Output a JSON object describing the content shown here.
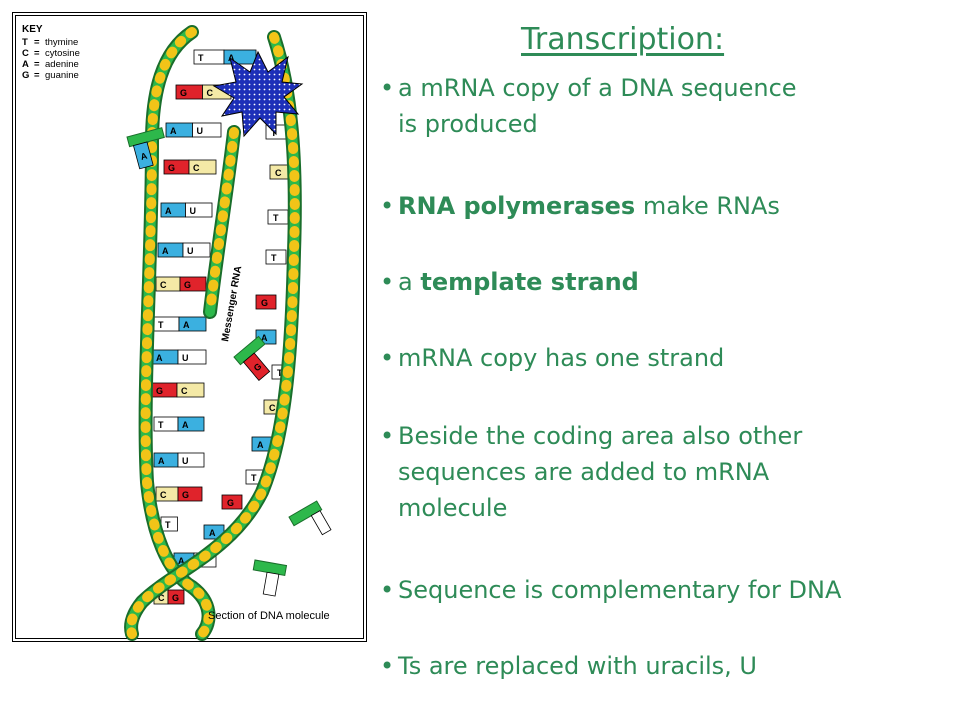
{
  "title": "Transcription:",
  "figure": {
    "key_title": "KEY",
    "key": [
      {
        "letter": "T",
        "eq": "=",
        "name": "thymine"
      },
      {
        "letter": "C",
        "eq": "=",
        "name": "cytosine"
      },
      {
        "letter": "A",
        "eq": "=",
        "name": "adenine"
      },
      {
        "letter": "G",
        "eq": "=",
        "name": "guanine"
      }
    ],
    "mrna_label": "Messenger RNA",
    "caption": "Section of DNA molecule",
    "colors": {
      "backbone": "#2db84b",
      "backbone_rung": "#f2c418",
      "thymine": "#ffffff",
      "cytosine": "#f4e9a6",
      "adenine": "#3bb0e0",
      "guanine": "#e0232b",
      "uracil": "#ffffff",
      "polymerase": "#1d2fb8"
    }
  },
  "bullets": [
    {
      "bullet": "•",
      "line1_pre": "a mRNA copy of a DNA sequence",
      "line1_bold": "",
      "line1_post": "",
      "line2": "is produced",
      "line3": ""
    },
    {
      "bullet": "•",
      "line1_pre": "",
      "line1_bold": "RNA polymerases",
      "line1_post": " make RNAs",
      "line2": "",
      "line3": ""
    },
    {
      "bullet": "•",
      "line1_pre": "a ",
      "line1_bold": "template strand",
      "line1_post": "",
      "line2": "",
      "line3": ""
    },
    {
      "bullet": "•",
      "line1_pre": "mRNA copy has one strand",
      "line1_bold": "",
      "line1_post": "",
      "line2": "",
      "line3": ""
    },
    {
      "bullet": "•",
      "line1_pre": "Beside the coding area also other",
      "line1_bold": "",
      "line1_post": "",
      "line2": "sequences are added to mRNA",
      "line3": "molecule"
    },
    {
      "bullet": "•",
      "line1_pre": "Sequence is complementary for DNA",
      "line1_bold": "",
      "line1_post": "",
      "line2": "",
      "line3": ""
    },
    {
      "bullet": "•",
      "line1_pre": "Ts are replaced with uracils, U",
      "line1_bold": "",
      "line1_post": "",
      "line2": "",
      "line3": ""
    }
  ]
}
